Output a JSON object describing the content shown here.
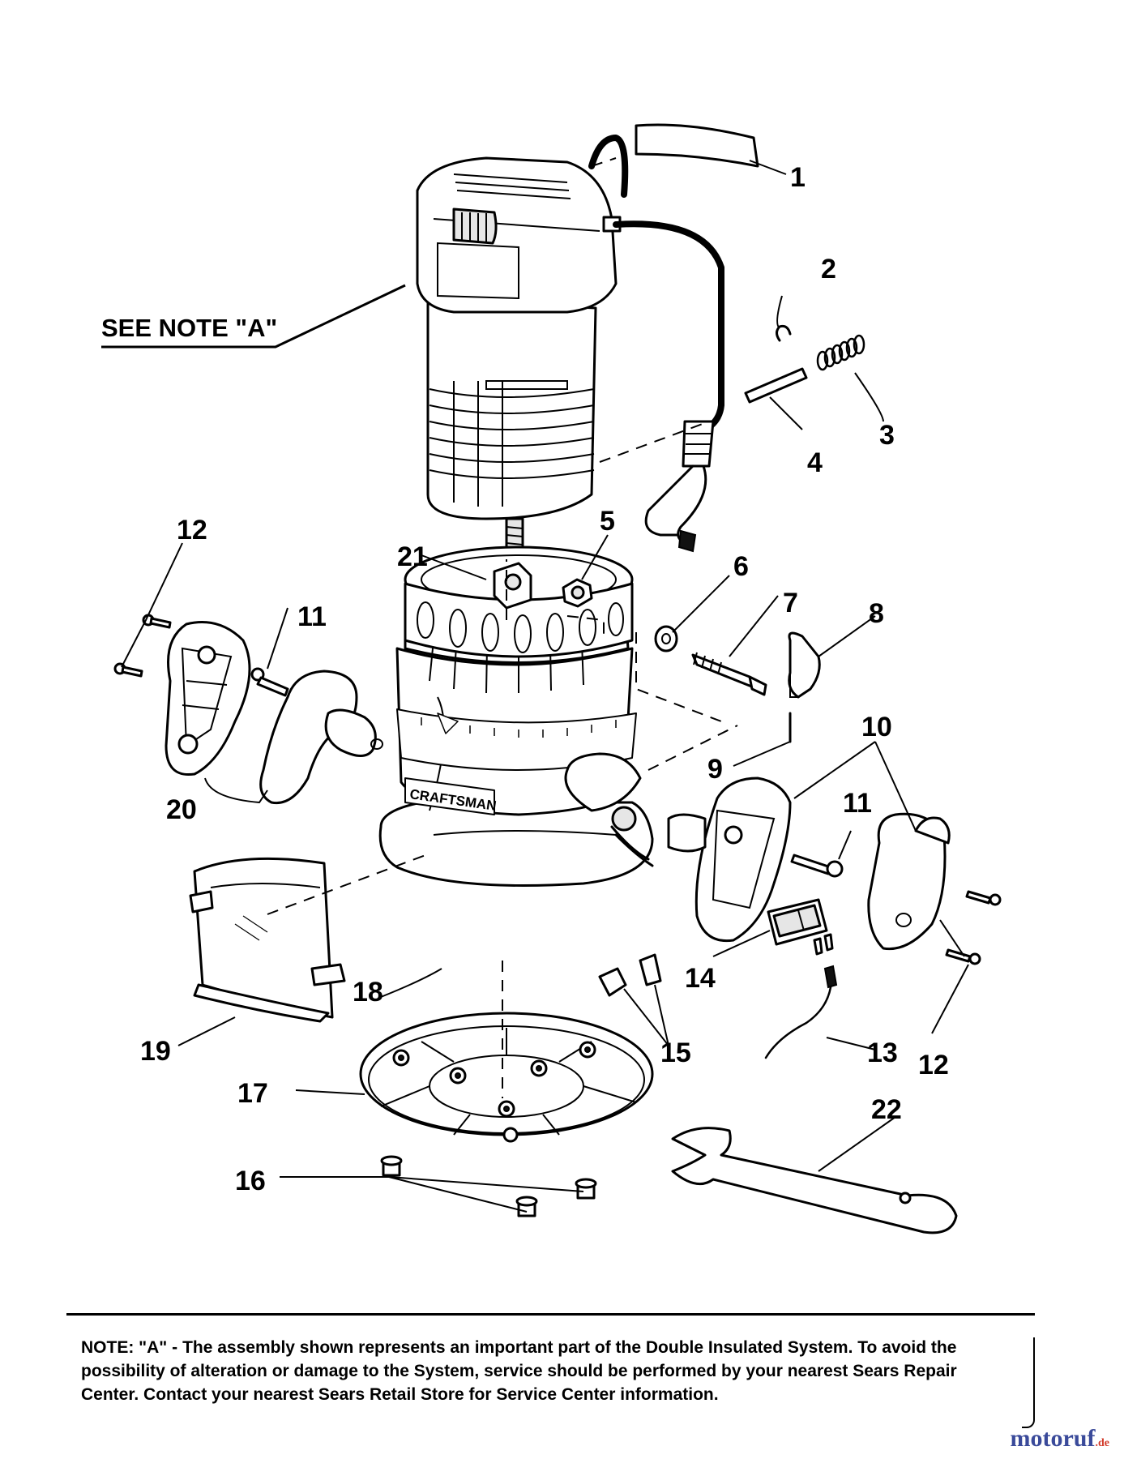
{
  "callouts": [
    "1",
    "2",
    "3",
    "4",
    "5",
    "6",
    "7",
    "8",
    "9",
    "10",
    "11",
    "11",
    "12",
    "12",
    "13",
    "14",
    "15",
    "16",
    "17",
    "18",
    "19",
    "20",
    "21",
    "22"
  ],
  "see_note_label": "SEE NOTE \"A\"",
  "brand_label": "CRAFTSMAN",
  "note": {
    "lead": "NOTE: \"A\" -",
    "text": "The assembly shown represents an important part of the Double Insulated System. To avoid the possibility of alteration or damage to the System, service should be performed by your nearest Sears Repair Center. Contact your nearest Sears Retail Store for Service Center information."
  },
  "watermark": {
    "name": "motoruf",
    "suffix": ".de"
  },
  "colors": {
    "ink": "#000000",
    "paper": "#ffffff",
    "watermark_main": "#3a4a9a",
    "watermark_accent": "#d23a2a"
  }
}
